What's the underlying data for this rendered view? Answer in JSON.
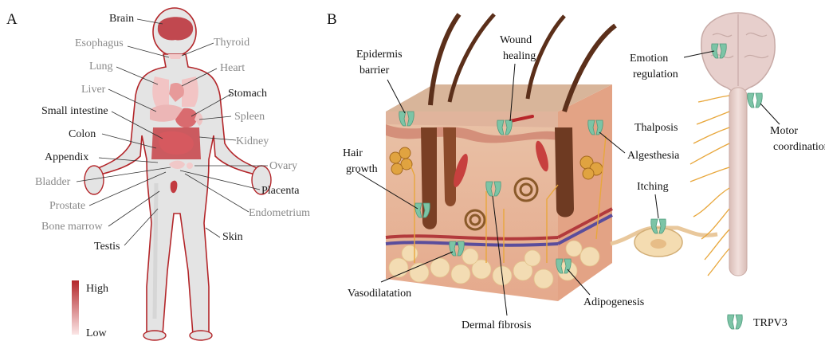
{
  "panels": {
    "a": "A",
    "b": "B"
  },
  "colors": {
    "high": "#b3262a",
    "low": "#f7d6d6",
    "label_dark": "#1a1a1a",
    "label_gray": "#8a8a8a",
    "trpv3": "#7cc4a6",
    "nerve": "#e8a73c",
    "skin": "#e7b59a"
  },
  "panel_a": {
    "organs": [
      {
        "name": "Brain",
        "level": "high"
      },
      {
        "name": "Esophagus",
        "level": "low"
      },
      {
        "name": "Thyroid",
        "level": "low"
      },
      {
        "name": "Lung",
        "level": "low"
      },
      {
        "name": "Heart",
        "level": "low"
      },
      {
        "name": "Liver",
        "level": "low"
      },
      {
        "name": "Stomach",
        "level": "high"
      },
      {
        "name": "Small intestine",
        "level": "high"
      },
      {
        "name": "Spleen",
        "level": "low"
      },
      {
        "name": "Colon",
        "level": "high"
      },
      {
        "name": "Kidney",
        "level": "low"
      },
      {
        "name": "Appendix",
        "level": "high"
      },
      {
        "name": "Ovary",
        "level": "low"
      },
      {
        "name": "Bladder",
        "level": "low"
      },
      {
        "name": "Placenta",
        "level": "high"
      },
      {
        "name": "Prostate",
        "level": "low"
      },
      {
        "name": "Endometrium",
        "level": "low"
      },
      {
        "name": "Bone marrow",
        "level": "low"
      },
      {
        "name": "Testis",
        "level": "high"
      },
      {
        "name": "Skin",
        "level": "high"
      }
    ],
    "legend": {
      "high": "High",
      "low": "Low"
    }
  },
  "panel_b": {
    "labels": {
      "epidermis": "Epidermis barrier",
      "wound": "Wound healing",
      "hair": "Hair growth",
      "vaso": "Vasodilatation",
      "fibrosis": "Dermal fibrosis",
      "adipo": "Adipogenesis",
      "algesthesia": "Algesthesia",
      "itching": "Itching",
      "thalposis": "Thalposis",
      "emotion": "Emotion regulation",
      "motor": "Motor coordination"
    },
    "legend": "TRPV3",
    "icon": "trpv3-channel-icon"
  }
}
